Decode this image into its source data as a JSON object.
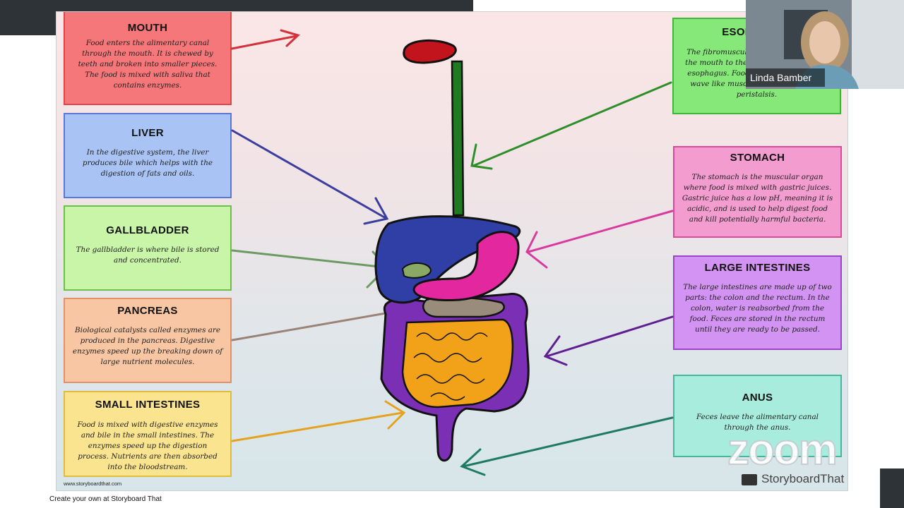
{
  "cards": {
    "mouth": {
      "title": "MOUTH",
      "text": "Food enters the alimentary canal through the mouth. It is chewed by teeth and broken into smaller pieces. The food is mixed with saliva that contains enzymes."
    },
    "liver": {
      "title": "LIVER",
      "text": "In the digestive system, the liver produces bile which helps with the digestion of fats and oils."
    },
    "gallbladder": {
      "title": "GALLBLADDER",
      "text": "The gallbladder is where bile is stored and concentrated."
    },
    "pancreas": {
      "title": "PANCREAS",
      "text": "Biological catalysts called enzymes are produced in the pancreas. Digestive enzymes speed up the breaking down of large nutrient molecules."
    },
    "small_intestines": {
      "title": "SMALL INTESTINES",
      "text": "Food is mixed with digestive enzymes and bile in the small intestines. The enzymes speed up the digestion process. Nutrients are then absorbed into the bloodstream."
    },
    "esophagus": {
      "title": "ESOPHAGUS",
      "text": "The fibromuscular tube that connects the mouth to the stomach is called the esophagus. Food is pushed down in a wave like muscle contraction called peristalsis."
    },
    "stomach": {
      "title": "STOMACH",
      "text": "The stomach is the muscular organ where food is mixed with gastric juices. Gastric juice has a low pH, meaning it is acidic, and is used to help digest food and kill potentially harmful bacteria."
    },
    "large_intestines": {
      "title": "LARGE INTESTINES",
      "text": "The large intestines are made up of two parts: the colon and the rectum. In the colon, water is reabsorbed from the food. Feces are stored in the rectum until they are ready to be passed."
    },
    "anus": {
      "title": "ANUS",
      "text": "Feces leave the alimentary canal through the anus."
    }
  },
  "watermarks": {
    "site": "www.storyboardthat.com",
    "brand": "StoryboardThat",
    "zoom": "zoom"
  },
  "footer": "Create your own at Storyboard That",
  "participant": {
    "name": "Linda Bamber"
  },
  "colors": {
    "mouth": "#f6777a",
    "liver": "#a9c3f5",
    "gallbladder": "#c9f5a8",
    "pancreas": "#f8c6a3",
    "small_intestines": "#fbe48f",
    "esophagus": "#86e878",
    "stomach": "#f29ccf",
    "large_intestines": "#d393f2",
    "anus": "#a7ecdc",
    "topbar": "#2e3338"
  }
}
